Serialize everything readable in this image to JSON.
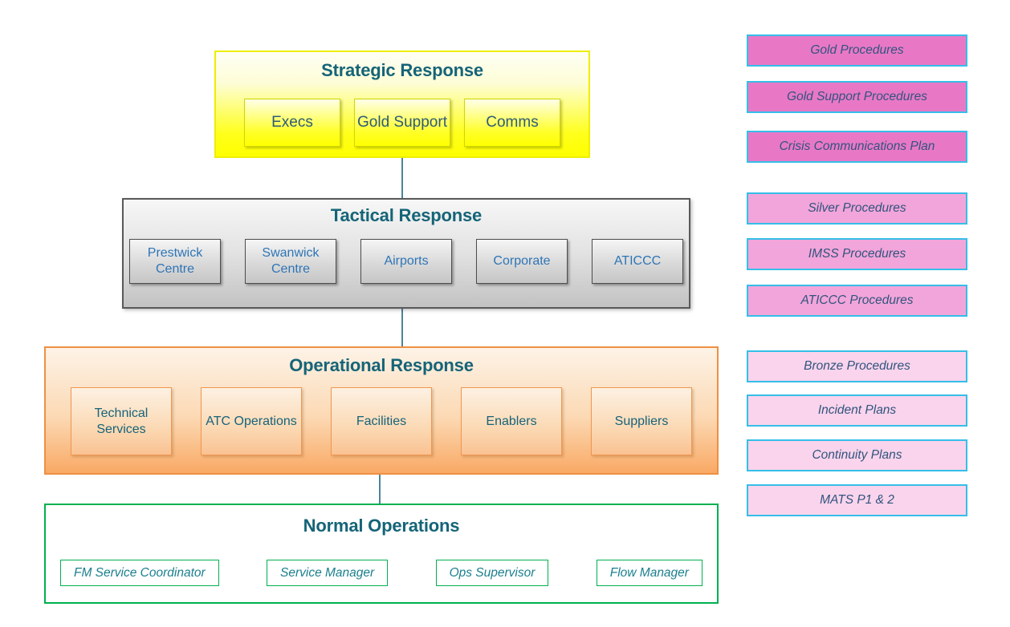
{
  "tiers": [
    {
      "id": "strategic",
      "title": "Strategic Response",
      "items": [
        "Execs",
        "Gold Support",
        "Comms"
      ]
    },
    {
      "id": "tactical",
      "title": "Tactical Response",
      "items": [
        "Prestwick Centre",
        "Swanwick Centre",
        "Airports",
        "Corporate",
        "ATICCC"
      ]
    },
    {
      "id": "operational",
      "title": "Operational Response",
      "items": [
        "Technical Services",
        "ATC Operations",
        "Facilities",
        "Enablers",
        "Suppliers"
      ]
    },
    {
      "id": "normal",
      "title": "Normal Operations",
      "items": [
        "FM Service Coordinator",
        "Service Manager",
        "Ops Supervisor",
        "Flow Manager"
      ]
    }
  ],
  "procedures": [
    {
      "label": "Gold Procedures",
      "tone": "dark"
    },
    {
      "label": "Gold Support Procedures",
      "tone": "dark"
    },
    {
      "label": "Crisis Communications Plan",
      "tone": "dark"
    },
    {
      "label": "Silver Procedures",
      "tone": "medium"
    },
    {
      "label": "IMSS Procedures",
      "tone": "medium"
    },
    {
      "label": "ATICCC Procedures",
      "tone": "medium"
    },
    {
      "label": "Bronze Procedures",
      "tone": "light"
    },
    {
      "label": "Incident Plans",
      "tone": "light"
    },
    {
      "label": "Continuity Plans",
      "tone": "light"
    },
    {
      "label": "MATS P1 & 2",
      "tone": "light"
    }
  ],
  "colors": {
    "title_text": "#156478",
    "connector_line": "#4d8499",
    "strategic_fill_bottom": "#ffff00",
    "strategic_border": "#eeee00",
    "strategic_item_text": "#2f5b76",
    "tactical_fill_bottom": "#c2c2c2",
    "tactical_border": "#595959",
    "tactical_item_text": "#2e75b6",
    "operational_fill_bottom": "#f9a965",
    "operational_border": "#ee9044",
    "operational_item_text": "#16637a",
    "normal_border": "#00b050",
    "normal_item_text": "#1a7f8e",
    "procedure_border": "#35bee8",
    "procedure_text": "#31547e",
    "procedure_fill_dark": "#e878c6",
    "procedure_fill_medium": "#f2a5da",
    "procedure_fill_light": "#f9d4ec"
  }
}
